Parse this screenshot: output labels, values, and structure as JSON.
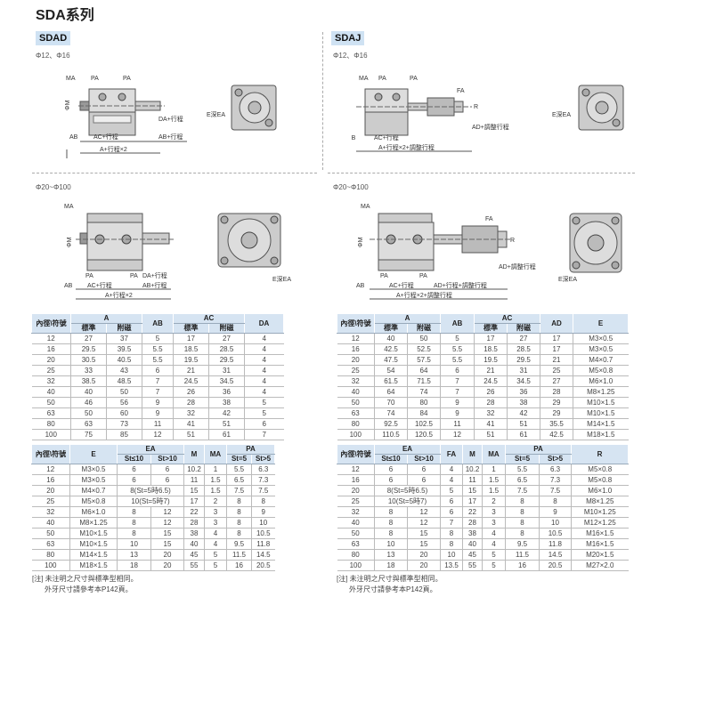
{
  "page_title": "SDA系列",
  "sdad": {
    "tag": "SDAD",
    "bore_small": "Φ12、Φ16",
    "bore_large": "Φ20~Φ100",
    "drawing_small_labels": {
      "ma": "MA",
      "pa1": "PA",
      "pa2": "PA",
      "phim": "ΦM",
      "da": "DA+行程",
      "ab": "AB",
      "ac": "AC+行程",
      "ab2": "AB+行程",
      "a": "A+行程×2",
      "e": "E深EA"
    },
    "drawing_large_labels": {
      "ma": "MA",
      "phim": "ΦM",
      "pa1": "PA",
      "pa2": "PA",
      "da": "DA+行程",
      "ab": "AB",
      "ac": "AC+行程",
      "ab2": "AB+行程",
      "a": "A+行程×2",
      "e": "E深EA"
    },
    "table1": {
      "header_top": [
        "內徑\\符號",
        "A",
        "AB",
        "AC",
        "DA"
      ],
      "header_sub": [
        "標準",
        "附磁",
        "標準",
        "附磁"
      ],
      "rows": [
        [
          "12",
          "27",
          "37",
          "5",
          "17",
          "27",
          "4"
        ],
        [
          "16",
          "29.5",
          "39.5",
          "5.5",
          "18.5",
          "28.5",
          "4"
        ],
        [
          "20",
          "30.5",
          "40.5",
          "5.5",
          "19.5",
          "29.5",
          "4"
        ],
        [
          "25",
          "33",
          "43",
          "6",
          "21",
          "31",
          "4"
        ],
        [
          "32",
          "38.5",
          "48.5",
          "7",
          "24.5",
          "34.5",
          "4"
        ],
        [
          "40",
          "40",
          "50",
          "7",
          "26",
          "36",
          "4"
        ],
        [
          "50",
          "46",
          "56",
          "9",
          "28",
          "38",
          "5"
        ],
        [
          "63",
          "50",
          "60",
          "9",
          "32",
          "42",
          "5"
        ],
        [
          "80",
          "63",
          "73",
          "11",
          "41",
          "51",
          "6"
        ],
        [
          "100",
          "75",
          "85",
          "12",
          "51",
          "61",
          "7"
        ]
      ]
    },
    "table2": {
      "header_top": [
        "內徑\\符號",
        "E",
        "EA",
        "M",
        "MA",
        "PA"
      ],
      "header_sub": [
        "St≤10",
        "St>10",
        "St=5",
        "St>5"
      ],
      "rows": [
        [
          "12",
          "M3×0.5",
          "6",
          "6",
          "10.2",
          "1",
          "5.5",
          "6.3"
        ],
        [
          "16",
          "M3×0.5",
          "6",
          "6",
          "11",
          "1.5",
          "6.5",
          "7.3"
        ],
        [
          "20",
          "M4×0.7",
          "8(St=5時6.5)",
          null,
          "15",
          "1.5",
          "7.5",
          "7.5"
        ],
        [
          "25",
          "M5×0.8",
          "10(St=5時7)",
          null,
          "17",
          "2",
          "8",
          "8"
        ],
        [
          "32",
          "M6×1.0",
          "8",
          "12",
          "22",
          "3",
          "8",
          "9"
        ],
        [
          "40",
          "M8×1.25",
          "8",
          "12",
          "28",
          "3",
          "8",
          "10"
        ],
        [
          "50",
          "M10×1.5",
          "8",
          "15",
          "38",
          "4",
          "8",
          "10.5"
        ],
        [
          "63",
          "M10×1.5",
          "10",
          "15",
          "40",
          "4",
          "9.5",
          "11.8"
        ],
        [
          "80",
          "M14×1.5",
          "13",
          "20",
          "45",
          "5",
          "11.5",
          "14.5"
        ],
        [
          "100",
          "M18×1.5",
          "18",
          "20",
          "55",
          "5",
          "16",
          "20.5"
        ]
      ]
    },
    "notes": [
      "[注] 未注明之尺寸與標準型相同。",
      "外牙尺寸請參考本P142頁。"
    ]
  },
  "sdaj": {
    "tag": "SDAJ",
    "bore_small": "Φ12、Φ16",
    "bore_large": "Φ20~Φ100",
    "drawing_small_labels": {
      "ma": "MA",
      "pa1": "PA",
      "pa2": "PA",
      "phim": "ΦM",
      "fa": "FA",
      "r": "R",
      "ad": "AD+調整行程",
      "ab": "AB",
      "ac": "AC+行程",
      "a": "A+行程×2+調整行程",
      "e": "E深EA"
    },
    "drawing_large_labels": {
      "ma": "MA",
      "phim": "ΦM",
      "fa": "FA",
      "r": "R",
      "pa1": "PA",
      "pa2": "PA",
      "ad": "AD+調整行程",
      "ab": "AB",
      "ac": "AC+行程",
      "ad2": "AD+行程+調整行程",
      "a": "A+行程×2+調整行程",
      "e": "E深EA"
    },
    "table1": {
      "header_top": [
        "內徑\\符號",
        "A",
        "AB",
        "AC",
        "AD",
        "E"
      ],
      "header_sub": [
        "標準",
        "附磁",
        "標準",
        "附磁"
      ],
      "rows": [
        [
          "12",
          "40",
          "50",
          "5",
          "17",
          "27",
          "17",
          "M3×0.5"
        ],
        [
          "16",
          "42.5",
          "52.5",
          "5.5",
          "18.5",
          "28.5",
          "17",
          "M3×0.5"
        ],
        [
          "20",
          "47.5",
          "57.5",
          "5.5",
          "19.5",
          "29.5",
          "21",
          "M4×0.7"
        ],
        [
          "25",
          "54",
          "64",
          "6",
          "21",
          "31",
          "25",
          "M5×0.8"
        ],
        [
          "32",
          "61.5",
          "71.5",
          "7",
          "24.5",
          "34.5",
          "27",
          "M6×1.0"
        ],
        [
          "40",
          "64",
          "74",
          "7",
          "26",
          "36",
          "28",
          "M8×1.25"
        ],
        [
          "50",
          "70",
          "80",
          "9",
          "28",
          "38",
          "29",
          "M10×1.5"
        ],
        [
          "63",
          "74",
          "84",
          "9",
          "32",
          "42",
          "29",
          "M10×1.5"
        ],
        [
          "80",
          "92.5",
          "102.5",
          "11",
          "41",
          "51",
          "35.5",
          "M14×1.5"
        ],
        [
          "100",
          "110.5",
          "120.5",
          "12",
          "51",
          "61",
          "42.5",
          "M18×1.5"
        ]
      ]
    },
    "table2": {
      "header_top": [
        "內徑\\符號",
        "EA",
        "FA",
        "M",
        "MA",
        "PA",
        "R"
      ],
      "header_sub": [
        "St≤10",
        "St>10",
        "St=5",
        "St>5"
      ],
      "rows": [
        [
          "12",
          "6",
          "6",
          "4",
          "10.2",
          "1",
          "5.5",
          "6.3",
          "M5×0.8"
        ],
        [
          "16",
          "6",
          "6",
          "4",
          "11",
          "1.5",
          "6.5",
          "7.3",
          "M5×0.8"
        ],
        [
          "20",
          "8(St=5時6.5)",
          null,
          "5",
          "15",
          "1.5",
          "7.5",
          "7.5",
          "M6×1.0"
        ],
        [
          "25",
          "10(St=5時7)",
          null,
          "6",
          "17",
          "2",
          "8",
          "8",
          "M8×1.25"
        ],
        [
          "32",
          "8",
          "12",
          "6",
          "22",
          "3",
          "8",
          "9",
          "M10×1.25"
        ],
        [
          "40",
          "8",
          "12",
          "7",
          "28",
          "3",
          "8",
          "10",
          "M12×1.25"
        ],
        [
          "50",
          "8",
          "15",
          "8",
          "38",
          "4",
          "8",
          "10.5",
          "M16×1.5"
        ],
        [
          "63",
          "10",
          "15",
          "8",
          "40",
          "4",
          "9.5",
          "11.8",
          "M16×1.5"
        ],
        [
          "80",
          "13",
          "20",
          "10",
          "45",
          "5",
          "11.5",
          "14.5",
          "M20×1.5"
        ],
        [
          "100",
          "18",
          "20",
          "13.5",
          "55",
          "5",
          "16",
          "20.5",
          "M27×2.0"
        ]
      ]
    },
    "notes": [
      "[注] 未注明之尺寸與標準型相同。",
      "外牙尺寸請參考本P142頁。"
    ]
  }
}
